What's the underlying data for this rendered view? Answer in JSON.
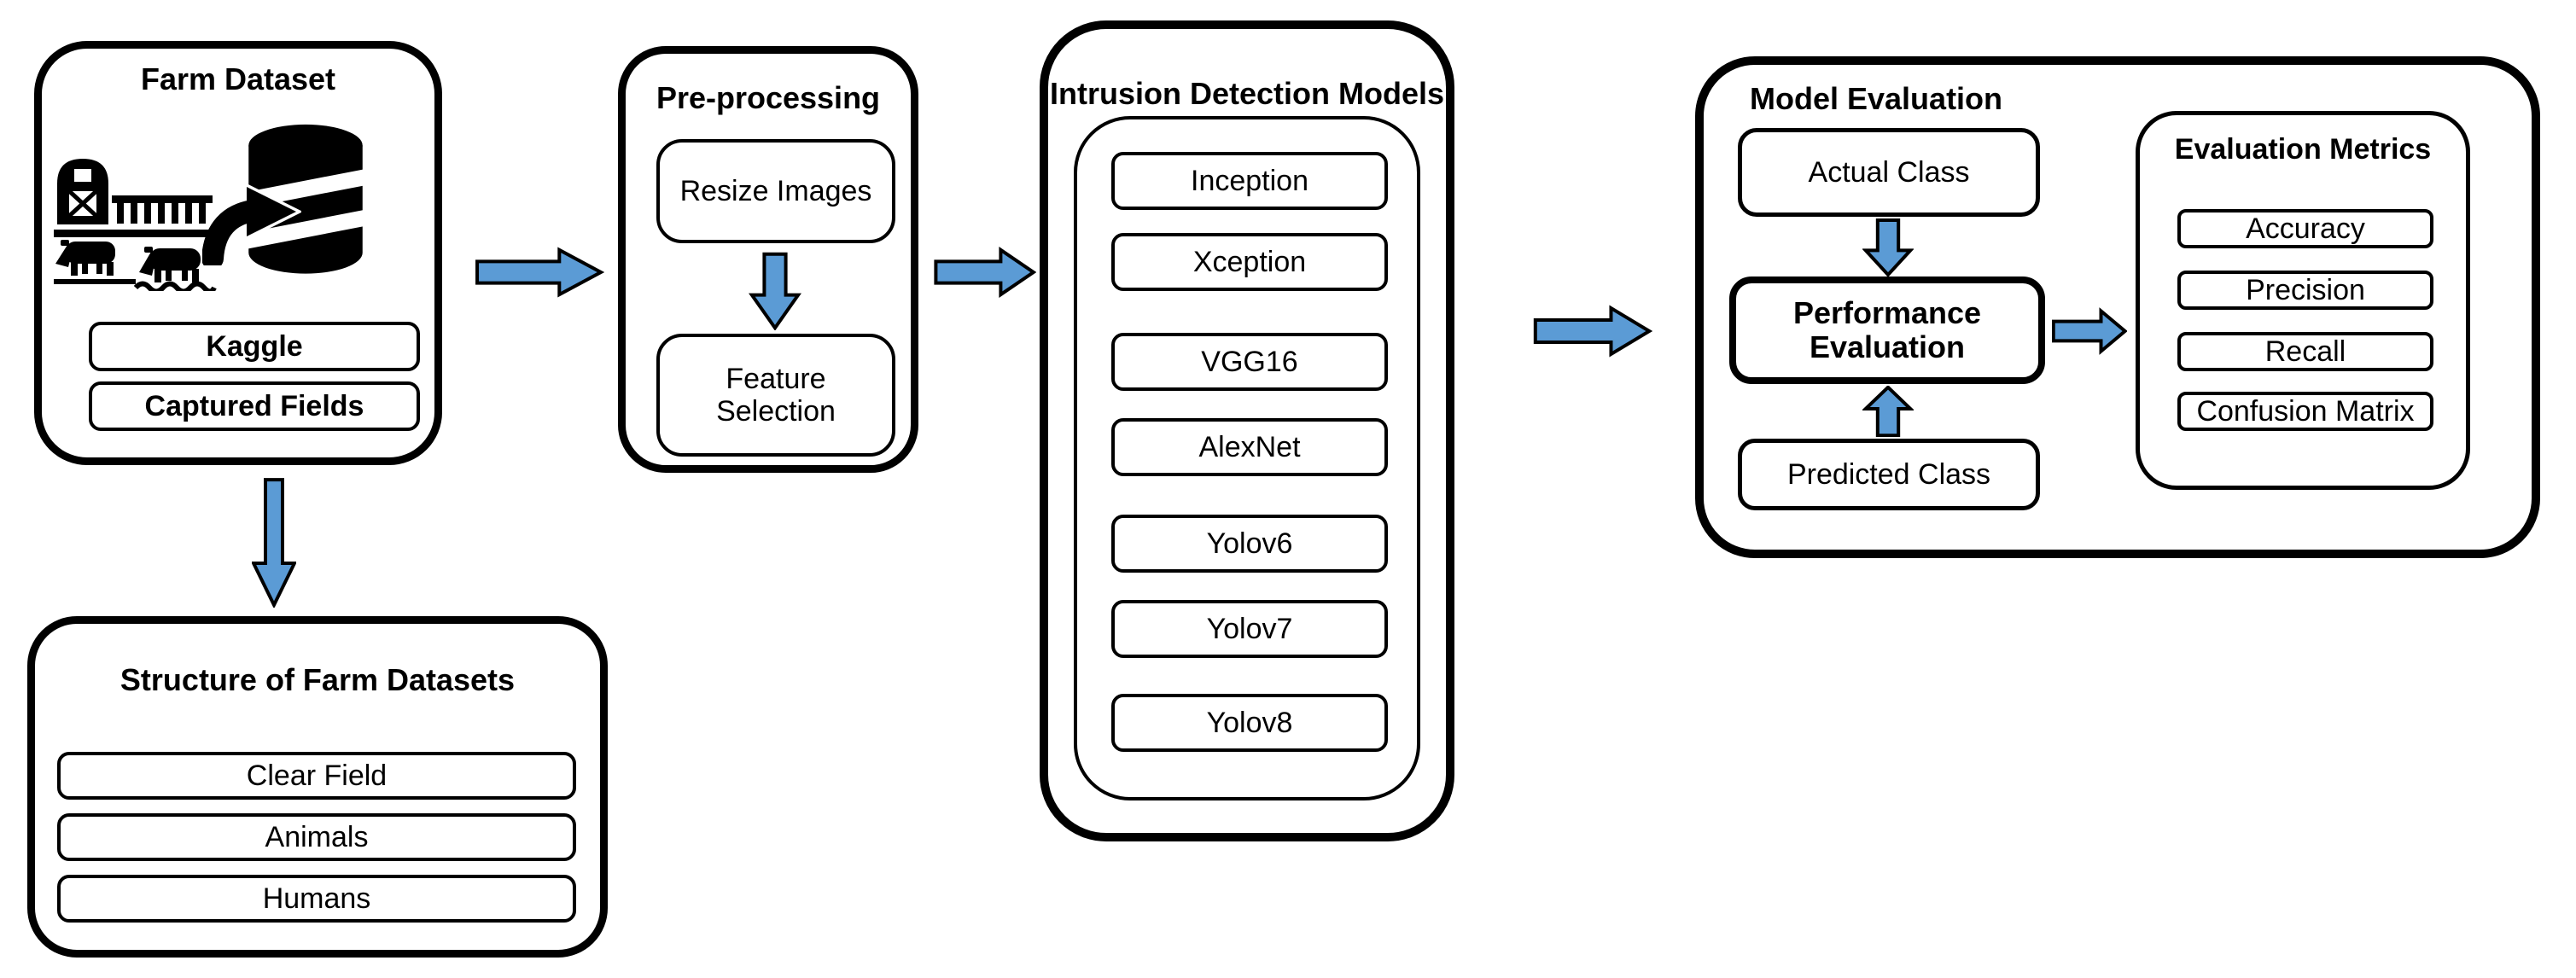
{
  "colors": {
    "arrow_fill": "#5B9BD5",
    "line": "#000000",
    "background": "#FFFFFF"
  },
  "farm_dataset": {
    "title": "Farm Dataset",
    "items": [
      "Kaggle",
      "Captured Fields"
    ]
  },
  "structure_datasets": {
    "title": "Structure of Farm Datasets",
    "items": [
      "Clear Field",
      "Animals",
      "Humans"
    ]
  },
  "preprocessing": {
    "title": "Pre-processing",
    "steps": [
      "Resize Images",
      "Feature Selection"
    ]
  },
  "models": {
    "title": "Intrusion Detection Models",
    "items": [
      "Inception",
      "Xception",
      "VGG16",
      "AlexNet",
      "Yolov6",
      "Yolov7",
      "Yolov8"
    ]
  },
  "evaluation": {
    "title": "Model Evaluation",
    "actual_class": "Actual Class",
    "performance": "Performance Evaluation",
    "predicted_class": "Predicted Class",
    "metrics": {
      "title": "Evaluation Metrics",
      "items": [
        "Accuracy",
        "Precision",
        "Recall",
        "Confusion Matrix"
      ]
    }
  },
  "icons": {
    "farm_scene": "barn with fence and grazing cows",
    "data_ingest": "curved arrow feeding database",
    "database": "database cylinder"
  }
}
